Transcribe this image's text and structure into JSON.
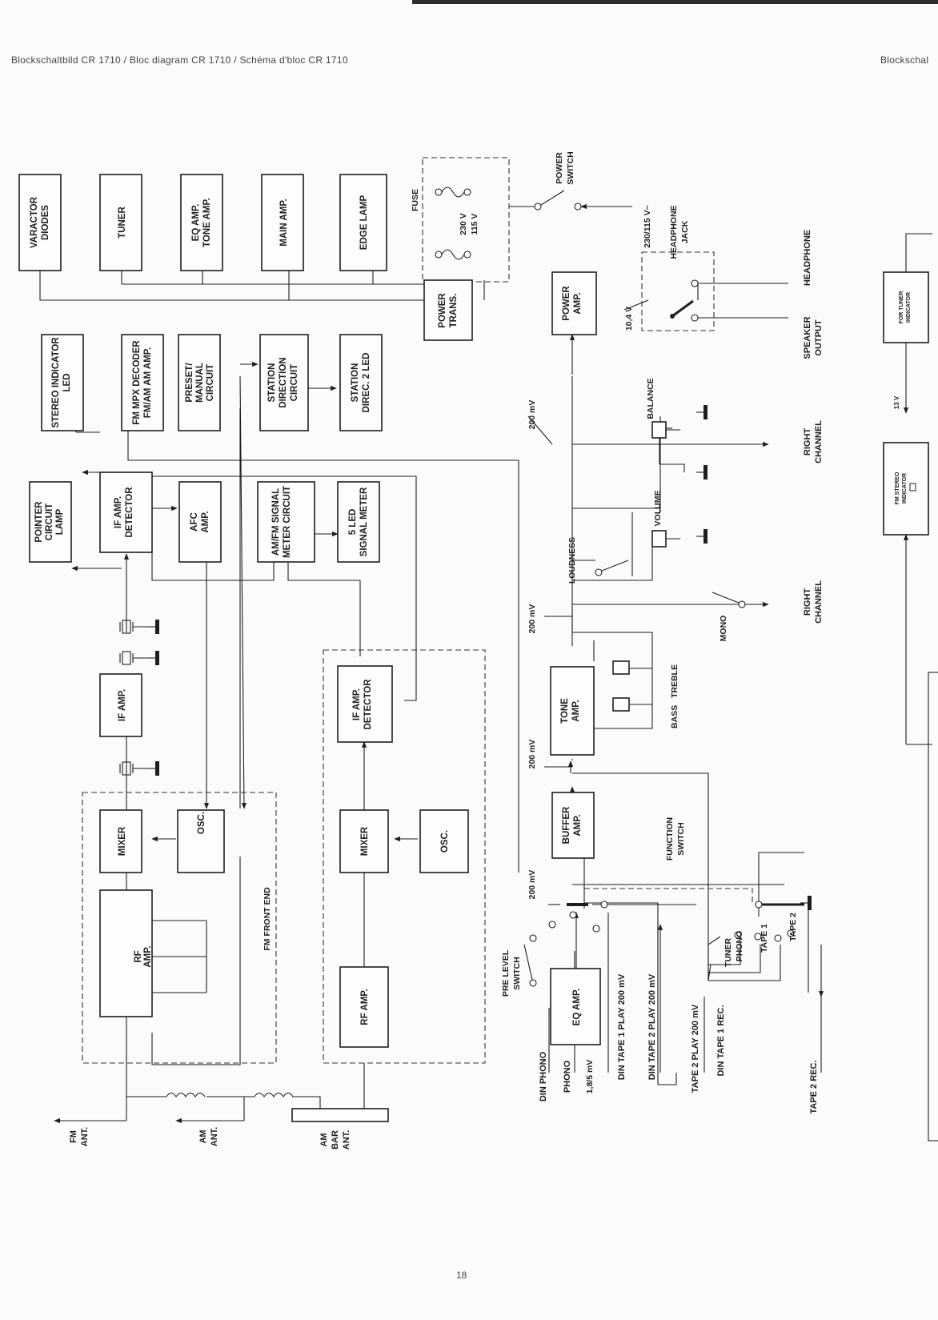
{
  "header": {
    "left": "Blockschaltbild CR 1710 / Bloc diagram CR 1710 / Schéma d'bloc CR 1710",
    "right": "Blockschal"
  },
  "page_number": "18",
  "blocks": {
    "varactor_diodes": [
      "VARACTOR",
      "DIODES"
    ],
    "tuner": [
      "TUNER"
    ],
    "eq_tone_amp": [
      "EQ AMP.",
      "TONE AMP."
    ],
    "main_amp": [
      "MAIN AMP."
    ],
    "edge_lamp": [
      "EDGE LAMP"
    ],
    "stereo_indicator_led": [
      "STEREO INDICATOR",
      "LED"
    ],
    "fm_mpx_decoder": [
      "FM MPX DECODER",
      "FM/AM AM AMP."
    ],
    "preset_manual": [
      "PRESET/",
      "MANUAL",
      "CIRCUIT"
    ],
    "station_direction": [
      "STATION",
      "DIRECTION",
      "CIRCUIT"
    ],
    "station_direc_led": [
      "STATION",
      "DIREC. 2 LED"
    ],
    "power_trans": [
      "POWER",
      "TRANS."
    ],
    "pointer_lamp": [
      "POINTER",
      "CIRCUIT",
      "LAMP"
    ],
    "if_amp_detector_fm": [
      "IF AMP.",
      "DETECTOR"
    ],
    "afc_amp": [
      "AFC",
      "AMP."
    ],
    "signal_meter_circuit": [
      "AM/FM SIGNAL",
      "METER CIRCUIT"
    ],
    "led_signal_meter": [
      "5 LED",
      "SIGNAL METER"
    ],
    "if_amp_fm": [
      "IF AMP."
    ],
    "mixer_fm": [
      "MIXER"
    ],
    "osc_fm": [
      "OSC."
    ],
    "rf_amp_fm": [
      "RF",
      "AMP."
    ],
    "if_amp_detector_am": [
      "IF AMP.",
      "DETECTOR"
    ],
    "mixer_am": [
      "MIXER"
    ],
    "osc_am": [
      "OSC."
    ],
    "rf_amp_am": [
      "RF AMP."
    ],
    "power_amp": [
      "POWER",
      "AMP."
    ],
    "tone_amp": [
      "TONE",
      "AMP."
    ],
    "buffer_amp": [
      "BUFFER",
      "AMP."
    ],
    "eq_amp": [
      "EQ AMP."
    ],
    "fm_tuner_indicator": [
      "FOR TUNER",
      "INDICATOR"
    ],
    "fm_stereo_indicator": [
      "FM STEREO",
      "INDICATOR"
    ]
  },
  "labels": {
    "fuse": "FUSE",
    "v230": "230 V",
    "v115": "115 V",
    "power_switch": [
      "POWER",
      "SWITCH"
    ],
    "mains": "230/115 V~",
    "headphone_jack": [
      "HEADPHONE",
      "JACK"
    ],
    "headphone": "HEADPHONE",
    "speaker_output": [
      "SPEAKER",
      "OUTPUT"
    ],
    "v104": "10,4 V",
    "v13": "13 V",
    "mv200": "200 mV",
    "balance": "BALANCE",
    "volume": "VOLUME",
    "loudness": "LOUDNESS",
    "mono": "MONO",
    "right_channel": [
      "RIGHT",
      "CHANNEL"
    ],
    "bass_treble": "BASS   TREBLE",
    "function_switch": [
      "FUNCTION",
      "SWITCH"
    ],
    "sel_tuner": "TUNER",
    "sel_phono": "PHONO",
    "sel_tape1": "TAPE 1",
    "sel_tape2": "TAPE 2",
    "pre_level_switch": [
      "PRE LEVEL",
      "SWITCH"
    ],
    "fm_front_end": "FM FRONT END",
    "fm_ant": [
      "FM",
      "ANT."
    ],
    "am_ant": [
      "AM",
      "ANT."
    ],
    "am_bar_ant": [
      "AM",
      "BAR",
      "ANT."
    ],
    "din_phono": "DIN PHONO",
    "phono": "PHONO",
    "mv18": "1,8/5 mV",
    "din_tape1_play": "DIN TAPE 1 PLAY  200 mV",
    "din_tape2_play": "DIN TAPE 2 PLAY  200 mV",
    "tape2_play": "TAPE 2 PLAY 200 mV",
    "din_tape1_rec": "DIN TAPE 1 REC.",
    "tape2_rec": "TAPE 2 REC."
  }
}
